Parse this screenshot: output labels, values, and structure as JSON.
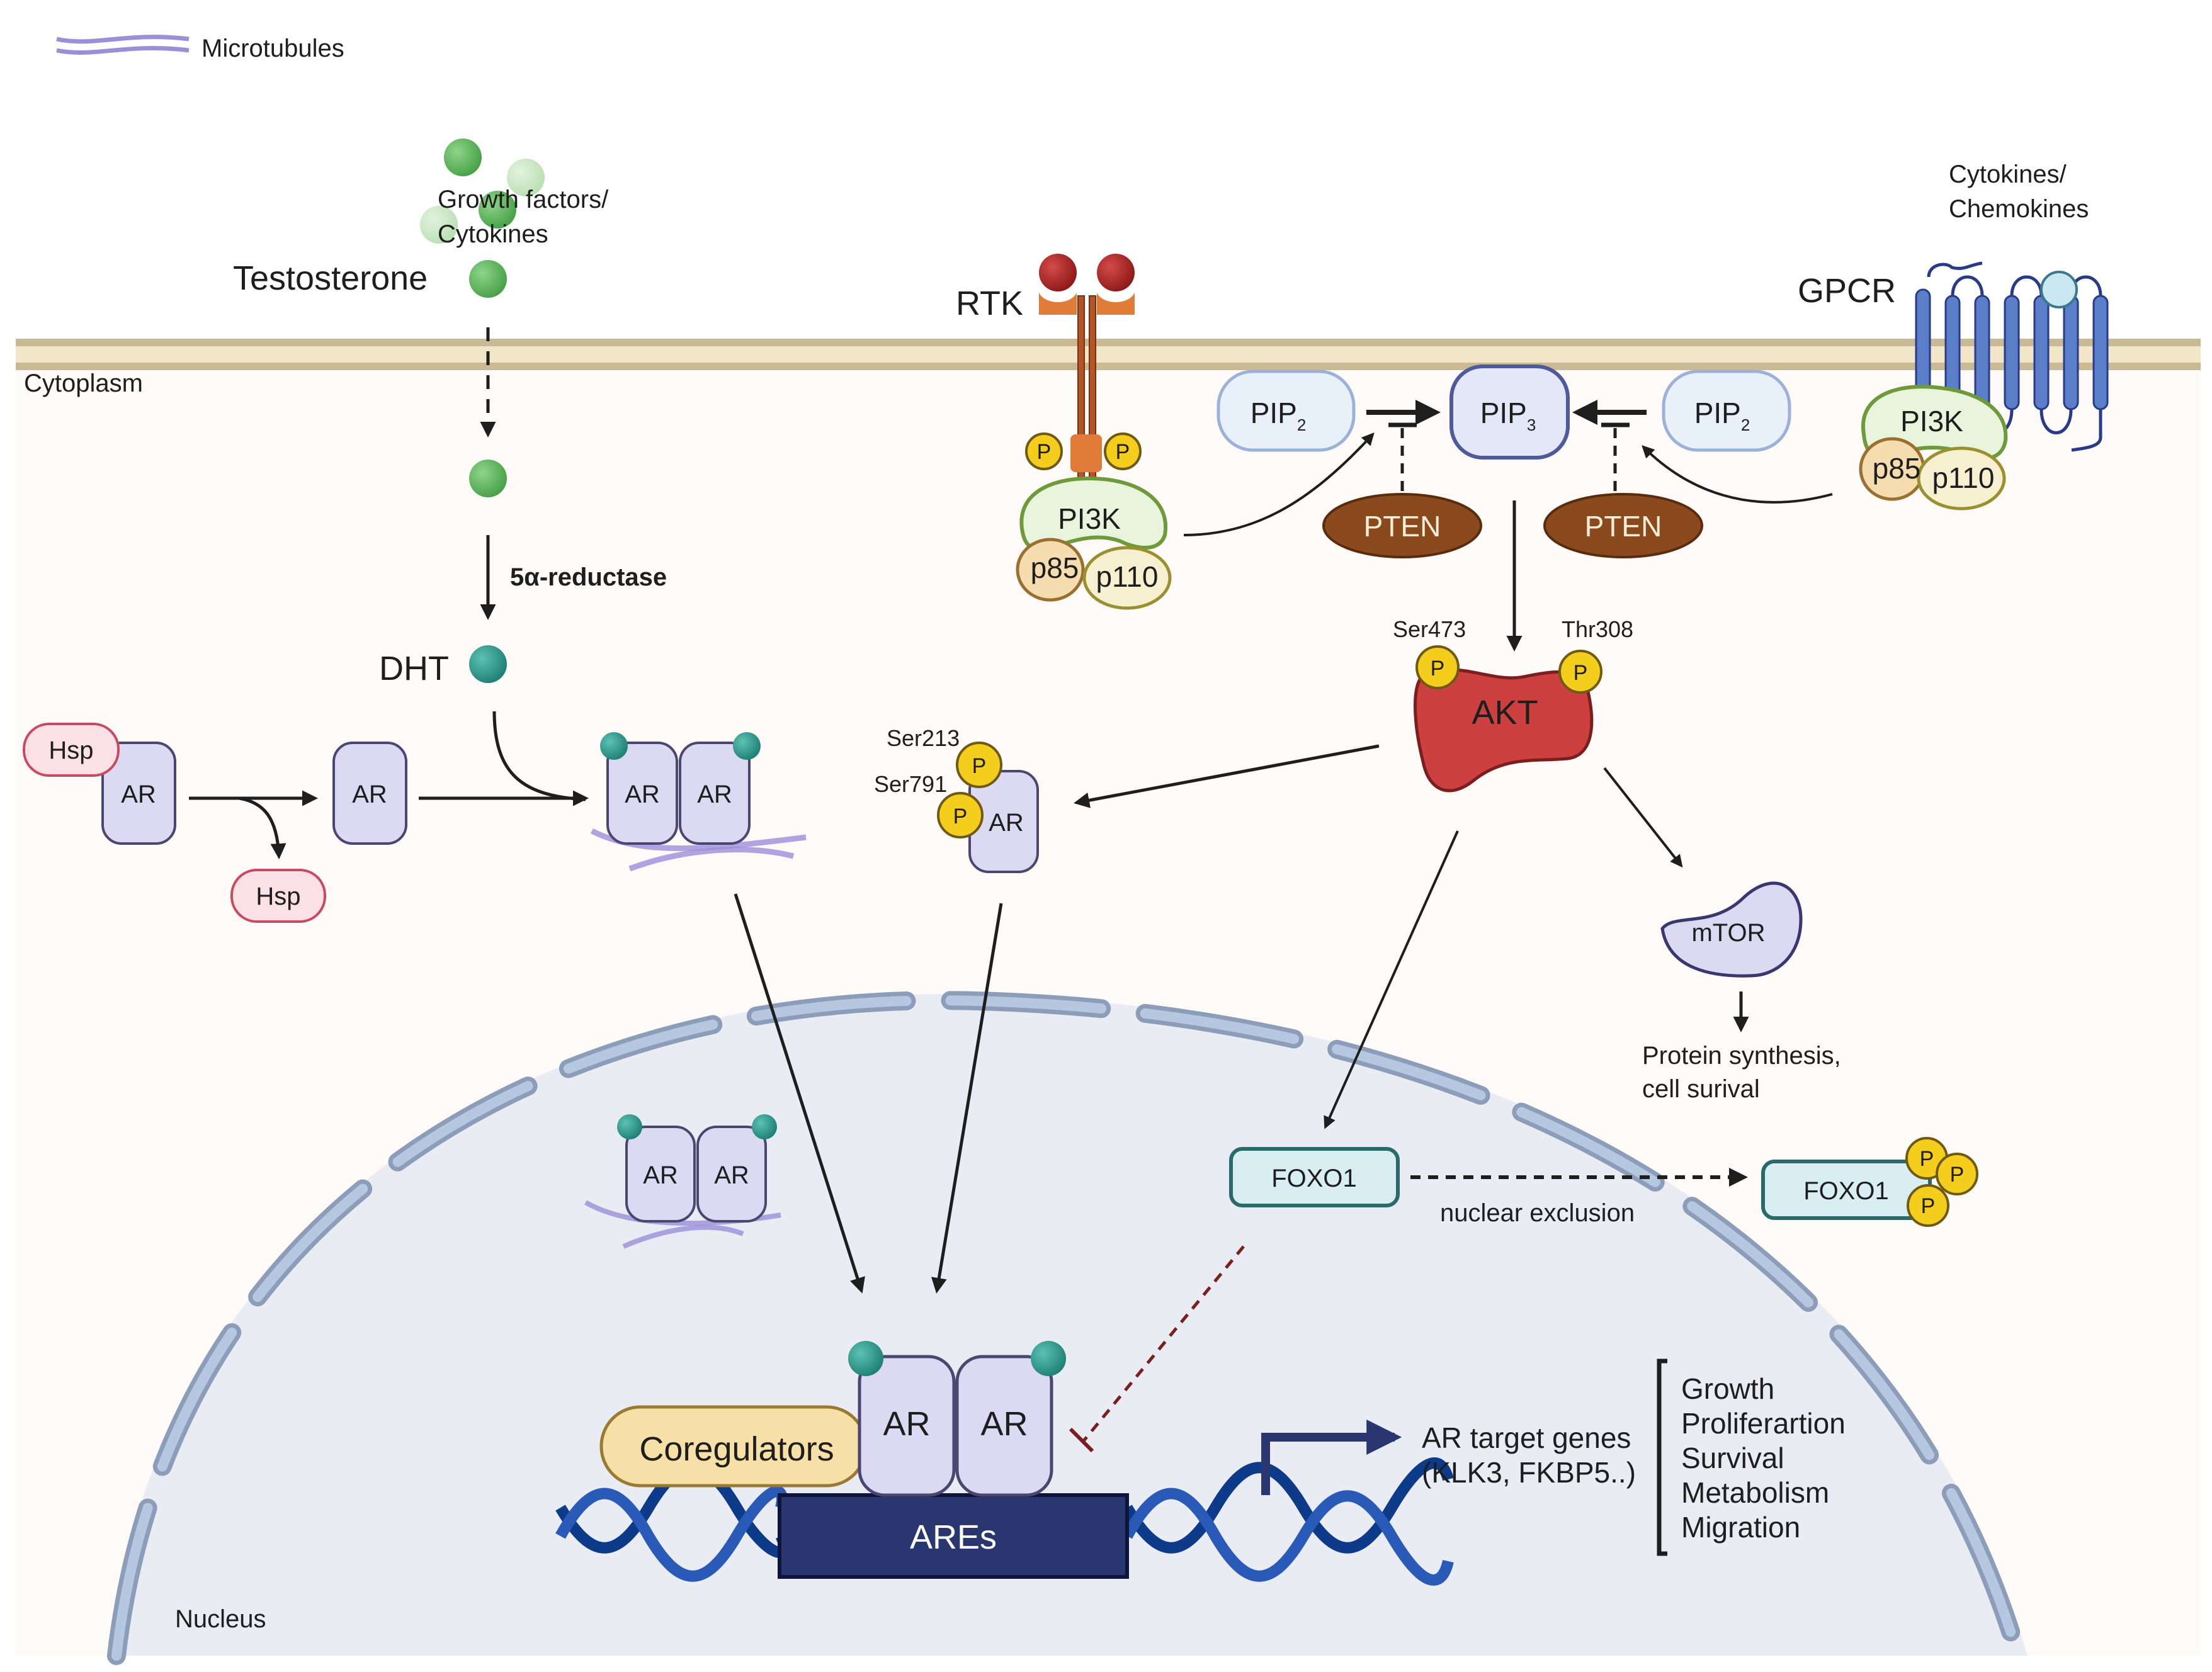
{
  "legend": {
    "microtubules_label": "Microtubules"
  },
  "compartments": {
    "cytoplasm": "Cytoplasm",
    "nucleus": "Nucleus"
  },
  "ligands": {
    "testosterone": "Testosterone",
    "dht": "DHT",
    "enzyme": "5α-reductase",
    "growth_factors": "Growth factors/\nCytokines",
    "growth_factors_line1": "Growth factors/",
    "growth_factors_line2": "Cytokines",
    "chemokines_line1": "Cytokines/",
    "chemokines_line2": "Chemokines"
  },
  "receptors": {
    "rtk": "RTK",
    "gpcr": "GPCR"
  },
  "proteins": {
    "pi3k": "PI3K",
    "p85": "p85",
    "p110": "p110",
    "pip2": "PIP",
    "pip2_sub": "2",
    "pip3": "PIP",
    "pip3_sub": "3",
    "pten": "PTEN",
    "akt": "AKT",
    "mtor": "mTOR",
    "ar": "AR",
    "hsp": "Hsp",
    "foxo1": "FOXO1",
    "coregulators": "Coregulators",
    "ares": "AREs",
    "phospho": "P"
  },
  "sites": {
    "akt_left": "Ser473",
    "akt_right": "Thr308",
    "ar_site1": "Ser213",
    "ar_site2": "Ser791"
  },
  "annotations": {
    "mtor_output_line1": "Protein synthesis,",
    "mtor_output_line2": "cell surival",
    "nuclear_exclusion": "nuclear exclusion",
    "target_genes_line1": "AR target genes",
    "target_genes_line2": "(KLK3, FKBP5..)"
  },
  "outcomes": [
    "Growth",
    "Proliferartion",
    "Survival",
    "Metabolism",
    "Migration"
  ],
  "colors": {
    "membrane_outer": "#c9b995",
    "membrane_inner": "#f2e6c8",
    "cytoplasm_bg": "#fdfaf7",
    "nucleus_bg": "#e9ecf3",
    "nuclear_envelope": "#a9bbd6",
    "ar_fill": "#dcdaf2",
    "phospho": "#f5cd1c",
    "akt": "#cc4040",
    "pten": "#8a4a1e",
    "dht": "#2a9a8a",
    "testosterone": "#5cb85c",
    "dna": "#1f4a9c",
    "ares": "#2a3670"
  }
}
